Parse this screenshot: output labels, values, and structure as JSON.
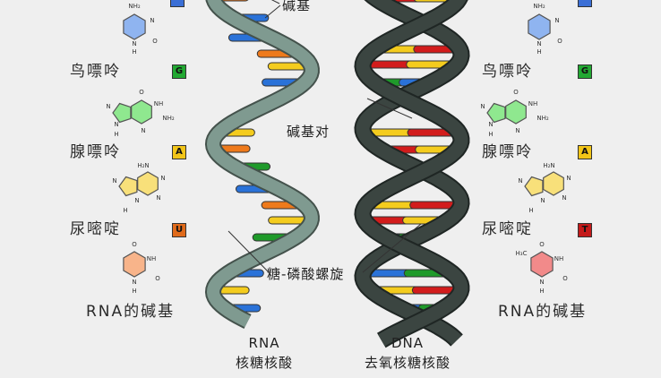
{
  "left_panel": {
    "badges": [
      {
        "letter": "",
        "color": "#3b6fd6"
      },
      {
        "letter": "G",
        "color": "#22a832"
      },
      {
        "letter": "A",
        "color": "#f2c518"
      },
      {
        "letter": "U",
        "color": "#e06a1a"
      }
    ],
    "names": [
      "鸟嘌呤",
      "腺嘌呤",
      "尿嘧啶"
    ],
    "footer": "RNA的碱基"
  },
  "right_panel": {
    "badges": [
      {
        "letter": "",
        "color": "#3b6fd6"
      },
      {
        "letter": "G",
        "color": "#22a832"
      },
      {
        "letter": "A",
        "color": "#f2c518"
      },
      {
        "letter": "T",
        "color": "#c41a1a"
      }
    ],
    "names": [
      "鸟嘌呤",
      "腺嘌呤",
      "尿嘧啶"
    ],
    "footer": "RNA的碱基"
  },
  "molecules": {
    "cytosine": {
      "fill": "#8fb4f0",
      "atoms": [
        "NH₂",
        "N",
        "N",
        "H",
        "O"
      ]
    },
    "guanine": {
      "fill": "#8fe88f",
      "atoms": [
        "O",
        "NH",
        "NH₂",
        "N",
        "N",
        "N",
        "H"
      ]
    },
    "adenine": {
      "fill": "#f8e07a",
      "atoms": [
        "H₂N",
        "N",
        "N",
        "N",
        "N",
        "H"
      ]
    },
    "uracil": {
      "fill": "#f8b48a",
      "atoms": [
        "O",
        "NH",
        "O",
        "N",
        "H"
      ]
    },
    "thymine": {
      "fill": "#f28a8a",
      "atoms": [
        "H₃C",
        "O",
        "NH",
        "O",
        "N",
        "H"
      ]
    }
  },
  "annotations": {
    "base": "碱基",
    "base_pair": "碱基对",
    "backbone": "糖-磷酸螺旋"
  },
  "captions": {
    "rna_title": "RNA",
    "rna_sub": "核糖核酸",
    "dna_title": "DNA",
    "dna_sub": "去氧核糖核酸"
  },
  "colors": {
    "rna_backbone": "#7f9a90",
    "dna_backbone": "#3b4541",
    "base_blue": "#2a72d8",
    "base_green": "#1f9a2a",
    "base_yellow": "#f4cc1e",
    "base_orange": "#ee7a1c",
    "base_red": "#d21c1c"
  }
}
